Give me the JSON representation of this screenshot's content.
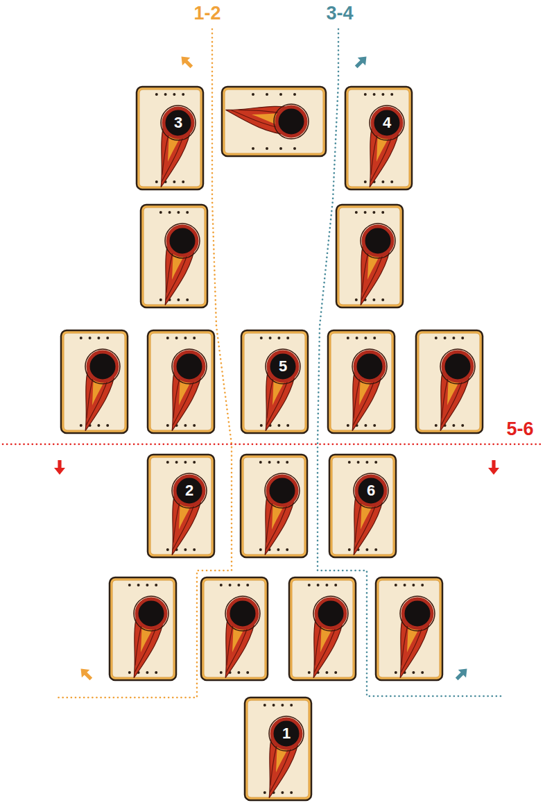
{
  "diagram": {
    "nodes": [
      {
        "text": [
          "3"
        ]
      },
      {
        "text": [
          "4"
        ]
      },
      {
        "text": [
          "5"
        ]
      },
      {
        "text": [
          "2"
        ]
      },
      {
        "text": [
          "6"
        ]
      },
      {
        "text": [
          "1"
        ]
      }
    ],
    "labels": [
      "1-2",
      "3-4",
      "5-6"
    ]
  }
}
